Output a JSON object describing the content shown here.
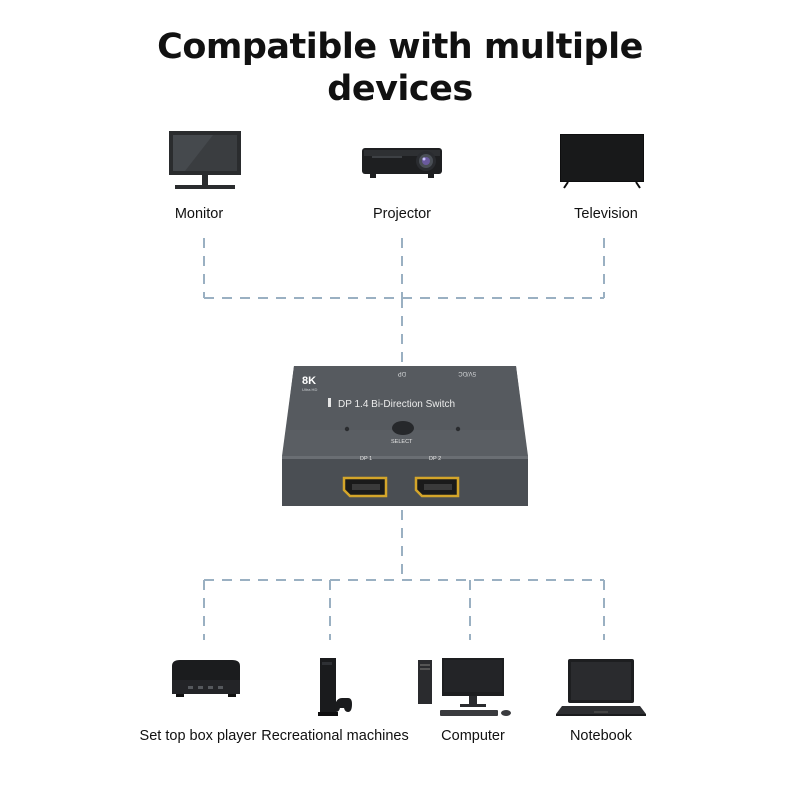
{
  "title": {
    "line1": "Compatible with multiple",
    "line2": "devices"
  },
  "top_devices": [
    {
      "label": "Monitor",
      "icon": "monitor-icon"
    },
    {
      "label": "Projector",
      "icon": "projector-icon"
    },
    {
      "label": "Television",
      "icon": "television-icon"
    }
  ],
  "switch": {
    "badge": "8K",
    "badge_sub": "Ultra HD",
    "product_name": "DP 1.4 Bi-Direction Switch",
    "top_label_left": "DP",
    "top_label_right": "5V/DC",
    "button_label": "SELECT",
    "port1_label": "DP 1",
    "port2_label": "DP 2"
  },
  "bottom_devices": [
    {
      "label": "Set top box player",
      "icon": "set-top-box-icon"
    },
    {
      "label": "Recreational machines",
      "icon": "game-console-icon"
    },
    {
      "label": "Computer",
      "icon": "desktop-computer-icon"
    },
    {
      "label": "Notebook",
      "icon": "laptop-icon"
    }
  ],
  "colors": {
    "connector_dashes": "#8aa4b8",
    "switch_body": "#4f5358",
    "port_gold": "#d4a52a"
  }
}
